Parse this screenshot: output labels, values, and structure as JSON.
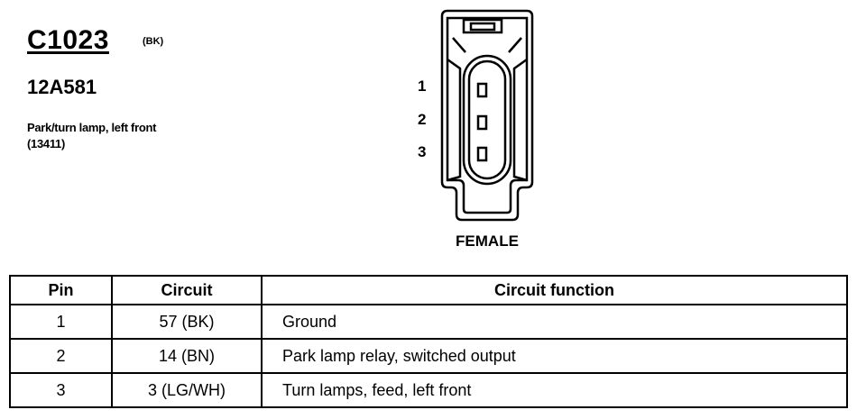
{
  "connector": {
    "id": "C1023",
    "color_code": "(BK)",
    "part_number": "12A581",
    "description": "Park/turn lamp, left front (13411)",
    "gender": "FEMALE",
    "pin_labels": [
      "1",
      "2",
      "3"
    ]
  },
  "table": {
    "headers": {
      "pin": "Pin",
      "circuit": "Circuit",
      "function": "Circuit function"
    },
    "rows": [
      {
        "pin": "1",
        "circuit": "57 (BK)",
        "function": "Ground"
      },
      {
        "pin": "2",
        "circuit": "14 (BN)",
        "function": "Park lamp relay, switched output"
      },
      {
        "pin": "3",
        "circuit": "3 (LG/WH)",
        "function": "Turn lamps, feed, left front"
      }
    ]
  }
}
